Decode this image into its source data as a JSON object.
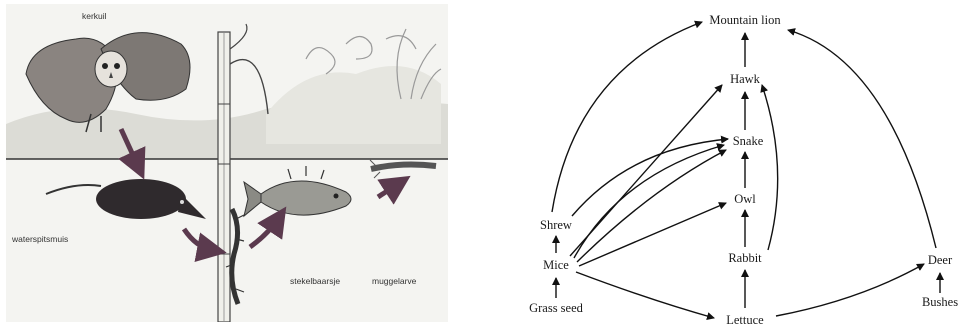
{
  "left_illustration": {
    "labels": {
      "owl": "kerkuil",
      "shrew": "waterspitsmuis",
      "fish": "stekelbaarsje",
      "larva": "muggelarve"
    }
  },
  "food_web": {
    "nodes": {
      "mountain_lion": "Mountain lion",
      "hawk": "Hawk",
      "snake": "Snake",
      "owl": "Owl",
      "rabbit": "Rabbit",
      "lettuce": "Lettuce",
      "shrew": "Shrew",
      "mice": "Mice",
      "grass_seed": "Grass seed",
      "deer": "Deer",
      "bushes": "Bushes"
    }
  }
}
